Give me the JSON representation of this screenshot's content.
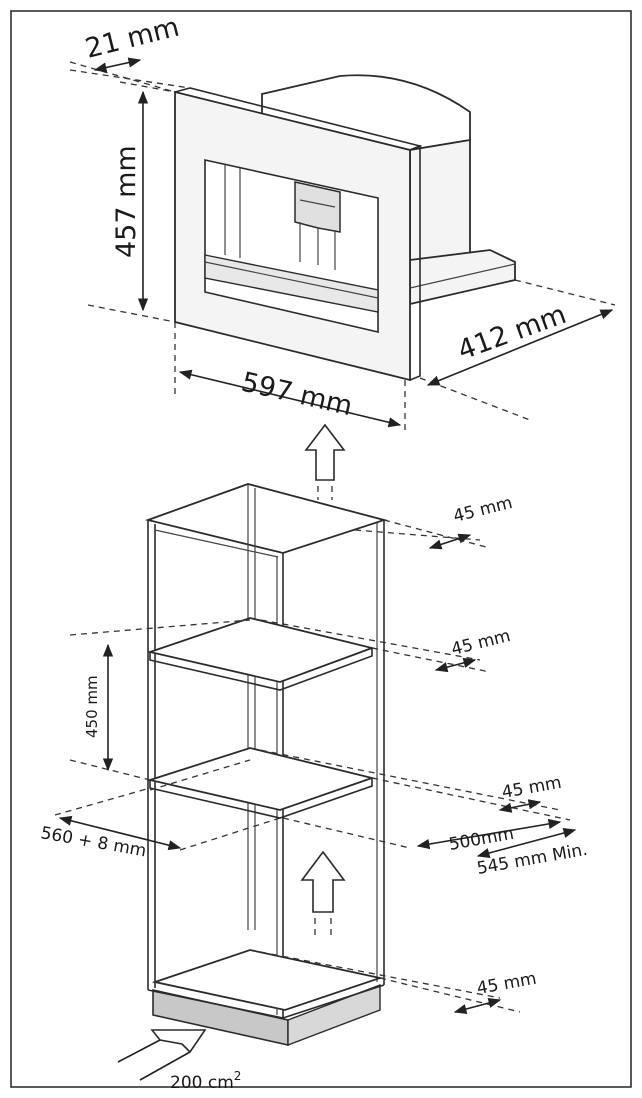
{
  "labels": {
    "frame_depth": "21 mm",
    "height": "457 mm",
    "width": "597 mm",
    "depth": "412 mm",
    "gap_top": "45 mm",
    "gap_shelf1": "45 mm",
    "gap_shelf2": "45 mm",
    "gap_bottom": "45 mm",
    "niche_height": "450 mm",
    "niche_width": "560 + 8 mm",
    "niche_depth": "500mm",
    "cabinet_depth": "545 mm Min.",
    "vent_area_value": "200 cm",
    "vent_area_exp": "2"
  }
}
